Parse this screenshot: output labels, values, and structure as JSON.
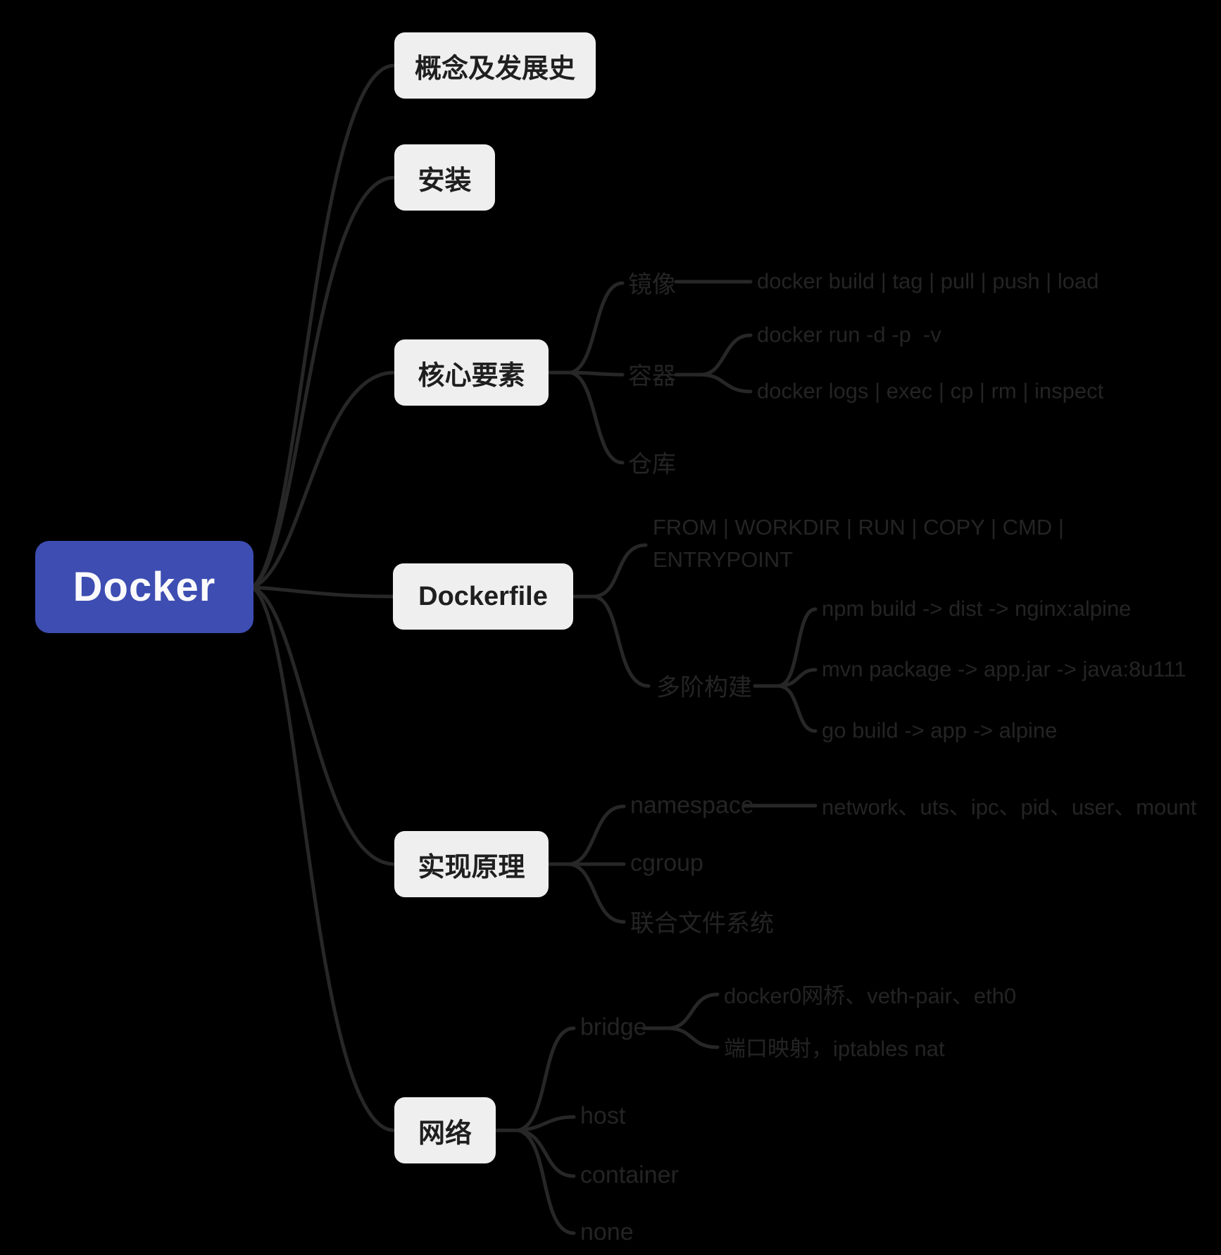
{
  "root": {
    "label": "Docker"
  },
  "colors": {
    "background": "#000000",
    "root_bg": "#3D4DB2",
    "root_text": "#FAFAFC",
    "branch_box_bg": "#EFEFEF",
    "branch_box_text": "#1F1F1F",
    "node_text": "#242424",
    "line": "#272727"
  },
  "branches": [
    {
      "label": "概念及发展史",
      "children": []
    },
    {
      "label": "安装",
      "children": []
    },
    {
      "label": "核心要素",
      "children": [
        {
          "label": "镜像",
          "children": [
            {
              "label": "docker build | tag | pull | push | load"
            }
          ]
        },
        {
          "label": "容器",
          "children": [
            {
              "label": "docker run -d -p  -v"
            },
            {
              "label": "docker logs | exec | cp | rm | inspect"
            }
          ]
        },
        {
          "label": "仓库",
          "children": []
        }
      ]
    },
    {
      "label": "Dockerfile",
      "children": [
        {
          "label": "FROM | WORKDIR | RUN | COPY | CMD |\nENTRYPOINT",
          "children": []
        },
        {
          "label": "多阶构建",
          "children": [
            {
              "label": "npm build -> dist -> nginx:alpine"
            },
            {
              "label": "mvn package -> app.jar -> java:8u111"
            },
            {
              "label": "go build -> app -> alpine"
            }
          ]
        }
      ]
    },
    {
      "label": "实现原理",
      "children": [
        {
          "label": "namespace",
          "children": [
            {
              "label": "network、uts、ipc、pid、user、mount"
            }
          ]
        },
        {
          "label": "cgroup",
          "children": []
        },
        {
          "label": "联合文件系统",
          "children": []
        }
      ]
    },
    {
      "label": "网络",
      "children": [
        {
          "label": "bridge",
          "children": [
            {
              "label": "docker0网桥、veth-pair、eth0"
            },
            {
              "label": "端口映射，iptables nat"
            }
          ]
        },
        {
          "label": "host",
          "children": []
        },
        {
          "label": "container",
          "children": []
        },
        {
          "label": "none",
          "children": []
        }
      ]
    }
  ]
}
